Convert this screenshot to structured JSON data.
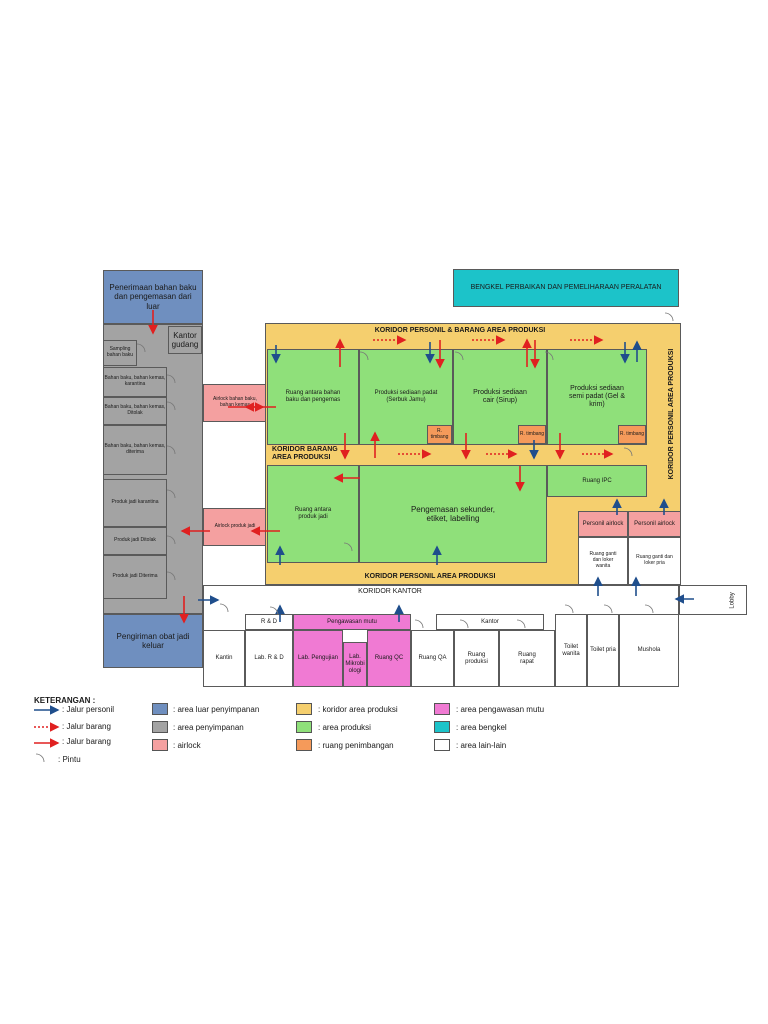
{
  "rooms": {
    "penerimaan": "Penerimaan bahan baku dan pengemasan dari luar",
    "kantor_gudang": "Kantor gudang",
    "sampling": "Sampling bahan baku",
    "karantina_baku": "Bahan baku, bahan kemas, karantina",
    "ditolak_baku": "Bahan baku, bahan kemas, Ditolak",
    "diterima_baku": "Bahan baku, bahan kemas, diterima",
    "pj_karantina": "Produk jadi karantina",
    "pj_ditolak": "Produk jadi Ditolak",
    "pj_diterima": "Produk jadi Diterima",
    "pengiriman": "Pengiriman obat jadi keluar",
    "airlock_baku": "Airlock bahan baku, bahan kemas",
    "airlock_produk": "Airlock produk jadi",
    "bengkel": "BENGKEL PERBAIKAN DAN PEMELIHARAAN PERALATAN",
    "koridor_top": "KORIDOR PERSONIL & BARANG AREA PRODUKSI",
    "koridor_right": "KORIDOR PERSONIL AREA PRODUKSI",
    "koridor_barang": "KORIDOR BARANG AREA PRODUKSI",
    "koridor_bottom": "KORIDOR PERSONIL AREA PRODUKSI",
    "antara_baku": "Ruang antara bahan baku dan pengemas",
    "serbuk": "Produksi sediaan padat (Serbuk Jamu)",
    "sirup": "Produksi sediaan cair (Sirup)",
    "semi_padat": "Produksi sediaan semi padat (Gel & krim)",
    "timbang": "R. timbang",
    "antara_jadi": "Ruang antara produk jadi",
    "pengemasan": "Pengemasan sekunder, etiket, labelling",
    "ipc": "Ruang IPC",
    "personil_airlock_1": "Personil airlock",
    "personil_airlock_2": "Personil airlock",
    "ganti_wanita": "Ruang ganti dan loker wanita",
    "ganti_pria": "Ruang ganti dan loker pria",
    "koridor_kantor": "KORIDOR KANTOR",
    "lobby": "Lobby",
    "rnd": "R & D",
    "pengawasan_mutu": "Pengawasan mutu",
    "kantor_top": "Kantor",
    "kantin": "Kantin",
    "lab_rnd": "Lab. R & D",
    "lab_pengujian": "Lab. Pengujian",
    "lab_mikro": "Lab. Mikrobi ologi",
    "ruang_qc": "Ruang QC",
    "ruang_qa": "Ruang QA",
    "ruang_produksi": "Ruang produksi",
    "ruang_rapat": "Ruang rapat",
    "toilet_wanita": "Toilet wanita",
    "toilet_pria": "Toilet pria",
    "mushola": "Mushola"
  },
  "legend": {
    "title": "KETERANGAN :",
    "jalur_personil": ": Jalur personil",
    "jalur_barang_1": ": Jalur barang",
    "jalur_barang_2": ": Jalur barang",
    "pintu": ": Pintu",
    "area_luar": ": area luar penyimpanan",
    "area_penyimpanan": ": area penyimpanan",
    "airlock": ": airlock",
    "koridor": ": koridor area produksi",
    "produksi": ": area produksi",
    "penimbangan": ": ruang penimbangan",
    "pengawasan": ": area pengawasan mutu",
    "bengkel": ": area bengkel",
    "lain": ": area lain-lain"
  },
  "colors": {
    "area_luar": "#6f8fbf",
    "penyimpanan": "#a3a3a3",
    "airlock": "#f4a0a0",
    "koridor": "#f5cf6e",
    "produksi": "#8fe07a",
    "penimbangan": "#f59a5a",
    "pengawasan": "#f07ad3",
    "bengkel": "#1cc3c9",
    "personil_arrow": "#1f4e8c",
    "barang_arrow": "#e02020"
  }
}
